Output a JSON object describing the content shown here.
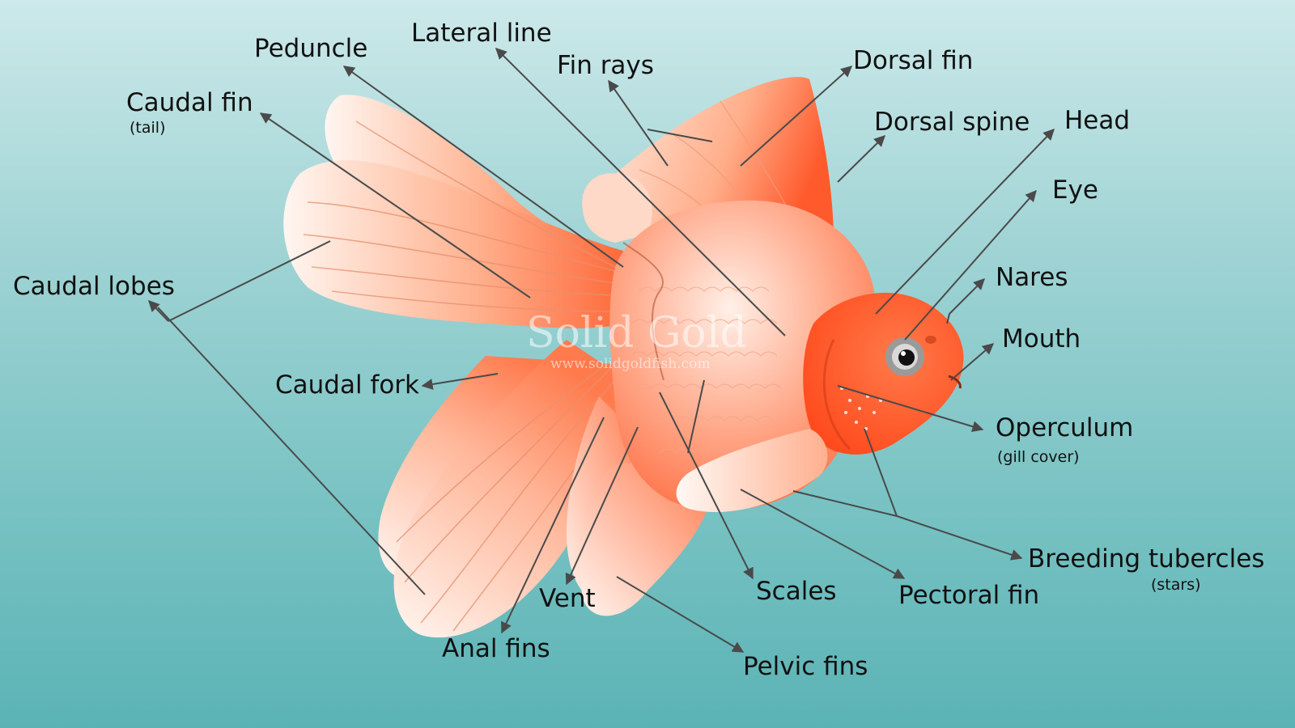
{
  "labels": {
    "peduncle": "Peduncle",
    "lateral_line": "Lateral line",
    "fin_rays": "Fin rays",
    "dorsal_fin": "Dorsal fin",
    "caudal_fin": "Caudal fin",
    "caudal_fin_sub": "(tail)",
    "dorsal_spine": "Dorsal spine",
    "head": "Head",
    "eye": "Eye",
    "caudal_lobes": "Caudal lobes",
    "nares": "Nares",
    "mouth": "Mouth",
    "caudal_fork": "Caudal fork",
    "operculum": "Operculum",
    "operculum_sub": "(gill cover)",
    "breeding_tubercles": "Breeding tubercles",
    "breeding_tubercles_sub": "(stars)",
    "vent": "Vent",
    "scales": "Scales",
    "pectoral_fin": "Pectoral fin",
    "anal_fins": "Anal fins",
    "pelvic_fins": "Pelvic fins"
  },
  "watermark": {
    "title": "Solid Gold",
    "url": "www.solidgoldfish.com"
  },
  "colors": {
    "background_top": "#cde9ea",
    "background_bottom": "#5bb3b5",
    "fish_orange": "#ff5a2c",
    "fin_light": "#fff3ee",
    "pointer_line": "#4a4a4a"
  }
}
